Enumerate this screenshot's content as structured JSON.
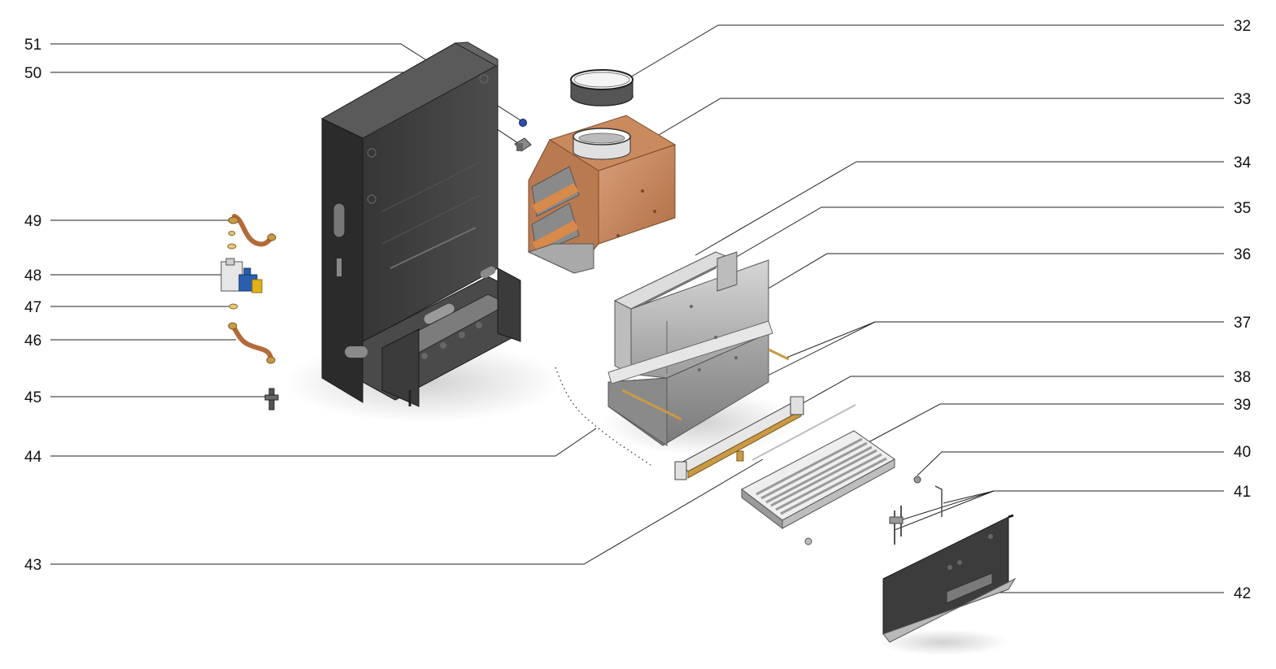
{
  "colors": {
    "background": "#ffffff",
    "leader": "#222222",
    "label": "#111111",
    "frame_dark": "#3a3a3a",
    "frame_mid": "#4a4a4a",
    "sheet_grey": "#b9b9b9",
    "copper": "#c98a5e",
    "copper_dark": "#a8643c",
    "brass": "#c99a45",
    "blue": "#2a5fb0",
    "yellow": "#e2b21c"
  },
  "callouts": [
    {
      "number": "51",
      "part": "small-blue-knob"
    },
    {
      "number": "50",
      "part": "mounting-bracket"
    },
    {
      "number": "49",
      "part": "upper-copper-pipe"
    },
    {
      "number": "48",
      "part": "gas-valve"
    },
    {
      "number": "47",
      "part": "lower-washer"
    },
    {
      "number": "46",
      "part": "lower-copper-pipe"
    },
    {
      "number": "45",
      "part": "fitting"
    },
    {
      "number": "44",
      "part": "dotted-gasket"
    },
    {
      "number": "43",
      "part": "thin-rod"
    },
    {
      "number": "32",
      "part": "flue-ring"
    },
    {
      "number": "33",
      "part": "draft-hood"
    },
    {
      "number": "34",
      "part": "combustion-chamber-panel"
    },
    {
      "number": "35",
      "part": "inner-panel"
    },
    {
      "number": "36",
      "part": "side-panel"
    },
    {
      "number": "37",
      "part": "studs"
    },
    {
      "number": "38",
      "part": "manifold"
    },
    {
      "number": "39",
      "part": "burner"
    },
    {
      "number": "40",
      "part": "small-nut"
    },
    {
      "number": "41",
      "part": "electrodes"
    },
    {
      "number": "42",
      "part": "front-cover"
    }
  ]
}
